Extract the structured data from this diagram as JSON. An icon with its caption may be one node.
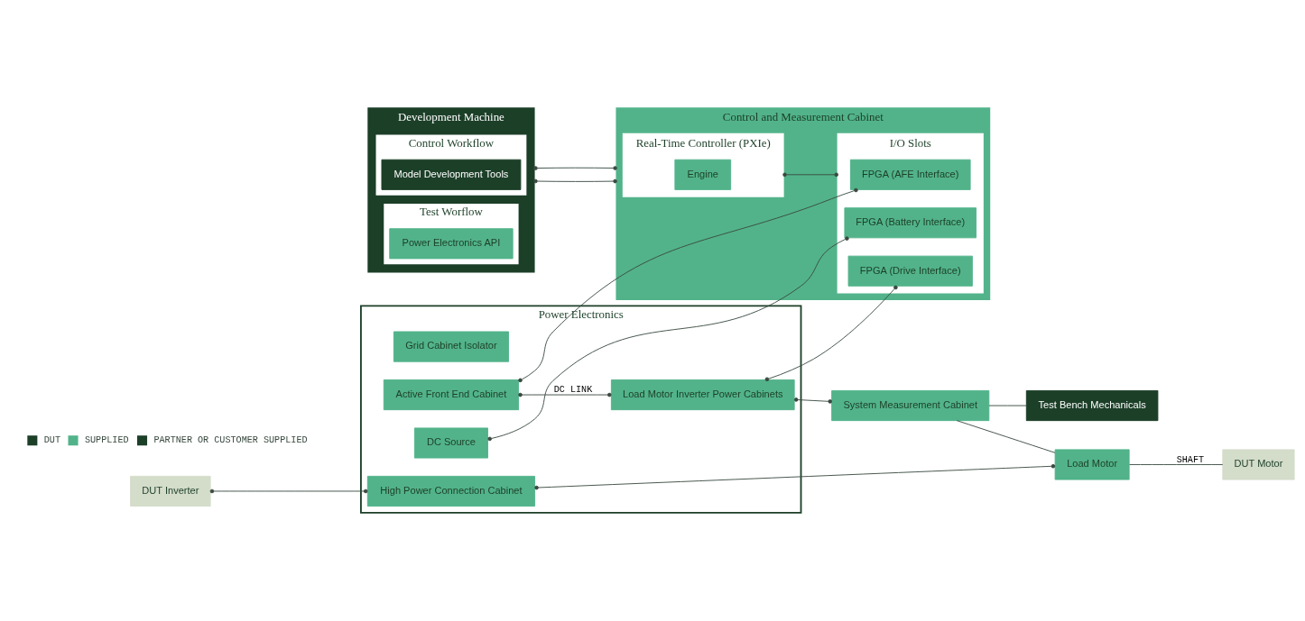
{
  "diagram": {
    "nodes": [
      {
        "text": [
          "Power Electronics"
        ]
      },
      {
        "text": [
          "Grid Cabinet Isolator"
        ],
        "in": 0
      },
      {
        "text": [
          "Active Front End Cabinet"
        ],
        "in": 0
      },
      {
        "text": [
          "High Power Connection Cabinet"
        ],
        "in": 0
      },
      {
        "text": [
          "DC Source"
        ],
        "in": 0
      },
      {
        "text": [
          "Load Motor Inverter Power Cabinets"
        ],
        "in": 0
      },
      {
        "text": [
          "Development Machine"
        ]
      },
      {
        "text": [
          "Control Workflow"
        ],
        "in": 6
      },
      {
        "text": [
          "Model Development Tools"
        ],
        "in": 7
      },
      {
        "text": [
          "Test Worflow"
        ],
        "in": 6
      },
      {
        "text": [
          "Power Electronics API"
        ],
        "in": 9
      },
      {
        "text": [
          "DUT Inverter"
        ]
      },
      {
        "text": [
          "Control and Measurement Cabinet"
        ]
      },
      {
        "text": [
          "Real-Time Controller (PXIe)"
        ],
        "in": 12
      },
      {
        "text": [
          "Engine"
        ],
        "in": 13
      },
      {
        "text": [
          "System Measurement Cabinet"
        ]
      },
      {
        "text": [
          "Load Motor"
        ]
      },
      {
        "text": [
          "DUT Motor"
        ]
      },
      {
        "text": [
          "I/O Slots"
        ],
        "in": 12
      },
      {
        "text": [
          "FPGA (AFE Interface)"
        ],
        "in": 18
      },
      {
        "text": [
          "FPGA (Battery Interface)"
        ],
        "in": 18
      },
      {
        "text": [
          "FPGA (Drive Interface)"
        ],
        "in": 18
      },
      {
        "text": [
          "Test Bench Mechanicals"
        ]
      }
    ],
    "edges": [
      {
        "from": 16,
        "to": 3,
        "arrow": "other"
      },
      {
        "from": 11,
        "to": 3,
        "arrow": "other"
      },
      {
        "from": 2,
        "to": 5,
        "arrow": "other",
        "label": "DC LINK"
      },
      {
        "from": 2,
        "to": 19,
        "arrow": "other"
      },
      {
        "from": 4,
        "to": 20,
        "arrow": "other"
      },
      {
        "from": 5,
        "to": 21,
        "arrow": "other"
      },
      {
        "from": 5,
        "to": 15,
        "arrow": "other"
      },
      {
        "from": 6,
        "to": 12,
        "arrow": "other"
      },
      {
        "from": 6,
        "to": 12,
        "arrow": "other"
      },
      {
        "from": 13,
        "to": 18,
        "arrow": "other"
      },
      {
        "from": 15,
        "to": 16,
        "arrow": "none"
      },
      {
        "from": 15,
        "to": 22,
        "arrow": "none"
      },
      {
        "from": 16,
        "to": 17,
        "arrow": "none",
        "label": "SHAFT"
      }
    ],
    "legend": [
      {
        "text": "DUT",
        "color": "#1c3f28"
      },
      {
        "text": "SUPPLIED",
        "color": "#52b38a"
      },
      {
        "text": "PARTNER OR CUSTOMER SUPPLIED",
        "color": "#1c3f28"
      }
    ]
  }
}
